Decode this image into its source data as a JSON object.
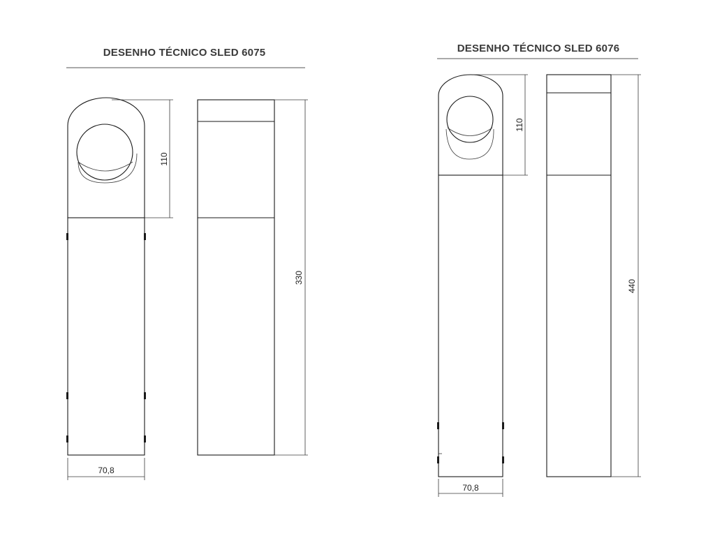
{
  "drawings": [
    {
      "title": "DESENHO TÉCNICO SLED 6075",
      "dim_head_height": "110",
      "dim_total_height": "330",
      "dim_width": "70,8"
    },
    {
      "title": "DESENHO TÉCNICO SLED 6076",
      "dim_head_height": "110",
      "dim_total_height": "440",
      "dim_width": "70,8"
    }
  ],
  "colors": {
    "line": "#1a1a1a",
    "title": "#3a3a3a"
  }
}
